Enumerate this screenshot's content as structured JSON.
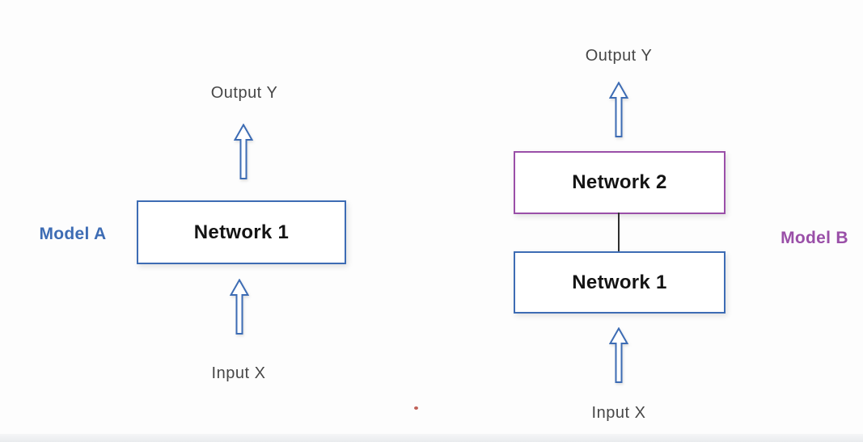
{
  "colors": {
    "background": "#fdfdfd",
    "blue": "#3d6cb4",
    "purple": "#9a4fa8",
    "label_gray": "#474747",
    "box_text": "#141414",
    "connector": "#2e2e2e",
    "red_dot": "#b03a2e",
    "bottom_bar": "#e9ebee"
  },
  "model_a": {
    "label": "Model A",
    "output_label": "Output Y",
    "input_label": "Input X",
    "boxes": [
      {
        "label": "Network 1"
      }
    ]
  },
  "model_b": {
    "label": "Model B",
    "output_label": "Output Y",
    "input_label": "Input X",
    "boxes": [
      {
        "label": "Network 2"
      },
      {
        "label": "Network 1"
      }
    ]
  }
}
